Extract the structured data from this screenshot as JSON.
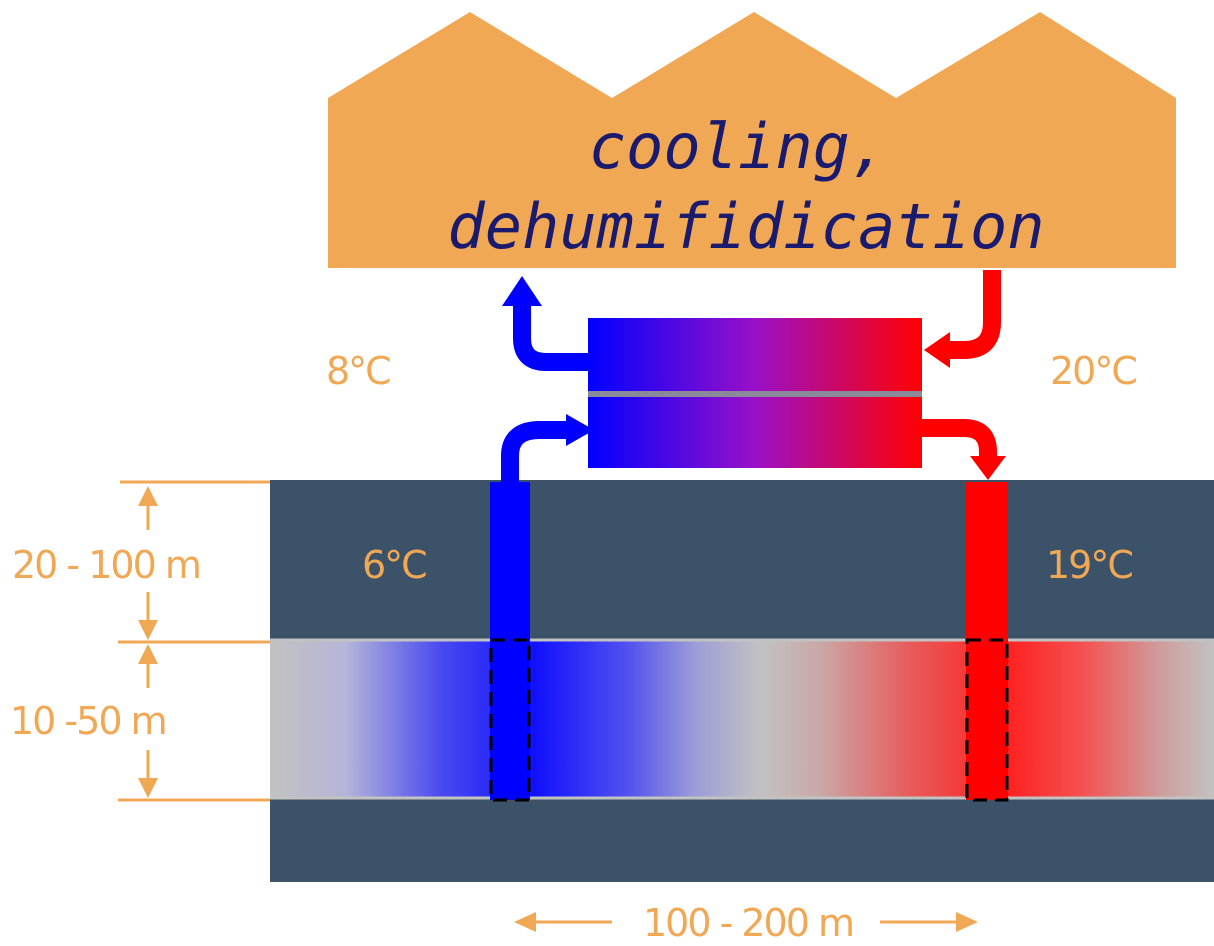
{
  "building": {
    "line1": "cooling,",
    "line2": "dehumifidication"
  },
  "temperatures": {
    "supply_top": "8°C",
    "return_top": "20°C",
    "cold_well": "6°C",
    "warm_well": "19°C"
  },
  "dimensions": {
    "cover_depth": "20 - 100 m",
    "aquifer_thickness": "10 -50 m",
    "well_distance": "100 - 200 m"
  },
  "colors": {
    "building": "#f0a855",
    "text_dark": "#1a1a6e",
    "label_orange": "#f0a855",
    "ground": "#3b5268",
    "aquifer": "#c2c2c2",
    "cold": "#0000ff",
    "warm": "#ff0000"
  }
}
